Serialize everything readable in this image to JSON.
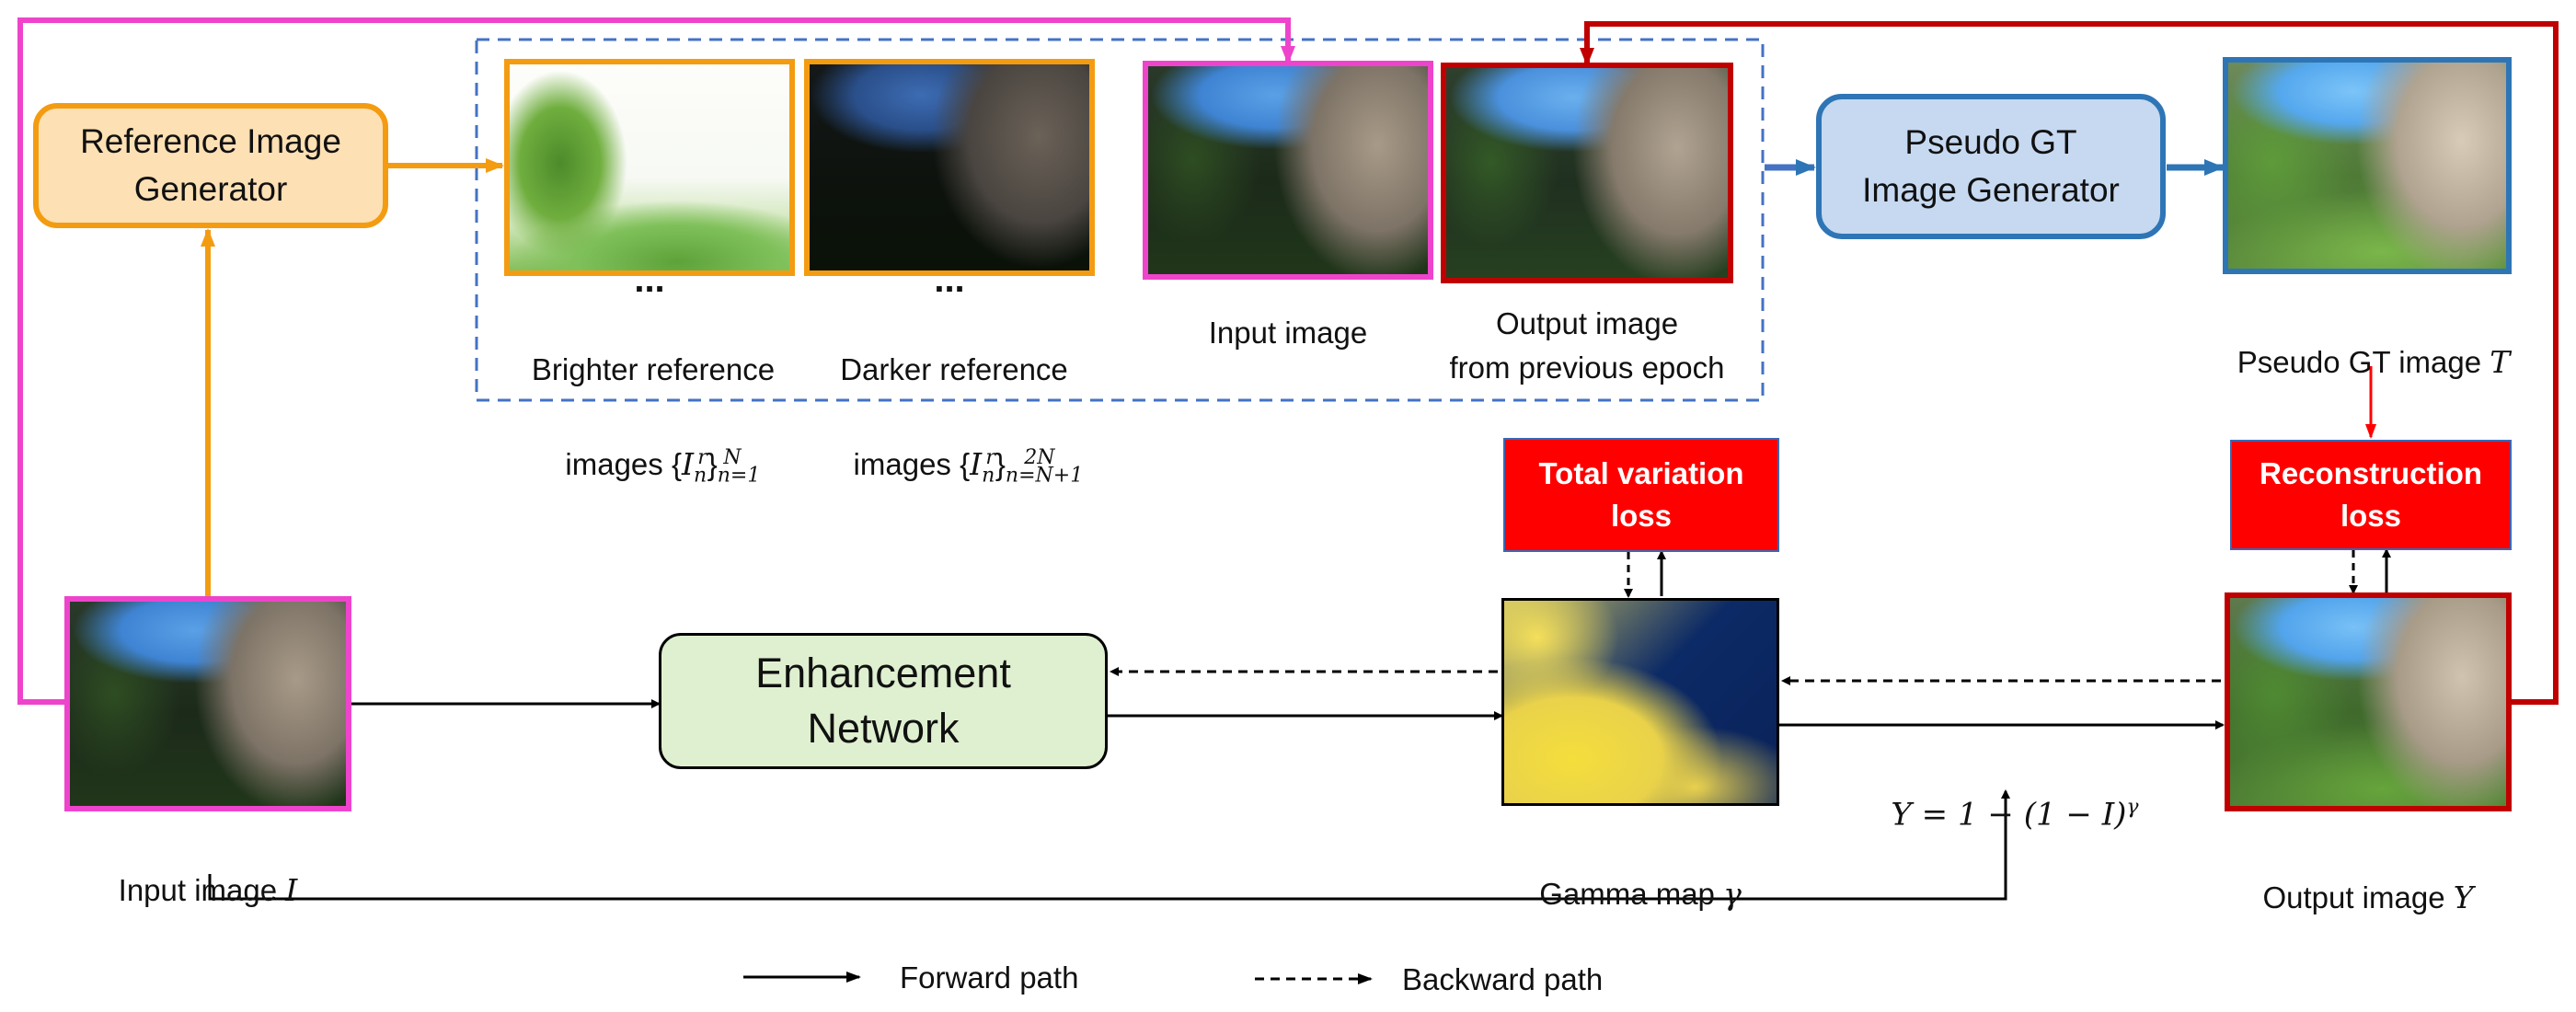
{
  "diagram": {
    "reference_generator": "Reference Image\nGenerator",
    "pseudo_gt_generator": "Pseudo GT\nImage Generator",
    "enhancement_network": "Enhancement\nNetwork",
    "tv_loss": "Total variation\nloss",
    "recon_loss": "Reconstruction\nloss",
    "brighter_dots": "...",
    "darker_dots": "...",
    "brighter_caption_1": "Brighter reference",
    "brighter_caption_2": "images {",
    "brighter_sub": "n=1",
    "brighter_sup": "N",
    "darker_caption_1": "Darker reference",
    "darker_caption_2": "images {",
    "darker_sub": "n=N+1",
    "darker_sup": "2N",
    "ref_symbol_I": "I",
    "ref_symbol_n": "n",
    "ref_symbol_r": "r",
    "input_caption_top": "Input image",
    "output_prev_caption": "Output image\nfrom previous epoch",
    "pseudo_gt_caption": "Pseudo GT image ",
    "pseudo_gt_symbol": "T",
    "input_caption": "Input image ",
    "input_symbol": "I",
    "gamma_caption": "Gamma map ",
    "gamma_symbol": "γ",
    "output_caption": "Output image ",
    "output_symbol": "Y",
    "equation_main": "Y = 1 − (1 − I)",
    "equation_exp": "γ",
    "legend_forward": "Forward path",
    "legend_backward": "Backward path"
  },
  "colors": {
    "magenta": "#ee44cc",
    "orange": "#f39c12",
    "dark_red": "#c00000",
    "blue": "#2e75b6",
    "green_fill": "#dff0d0",
    "loss_red": "#ff0000",
    "dashed_blue": "#4472c4"
  }
}
